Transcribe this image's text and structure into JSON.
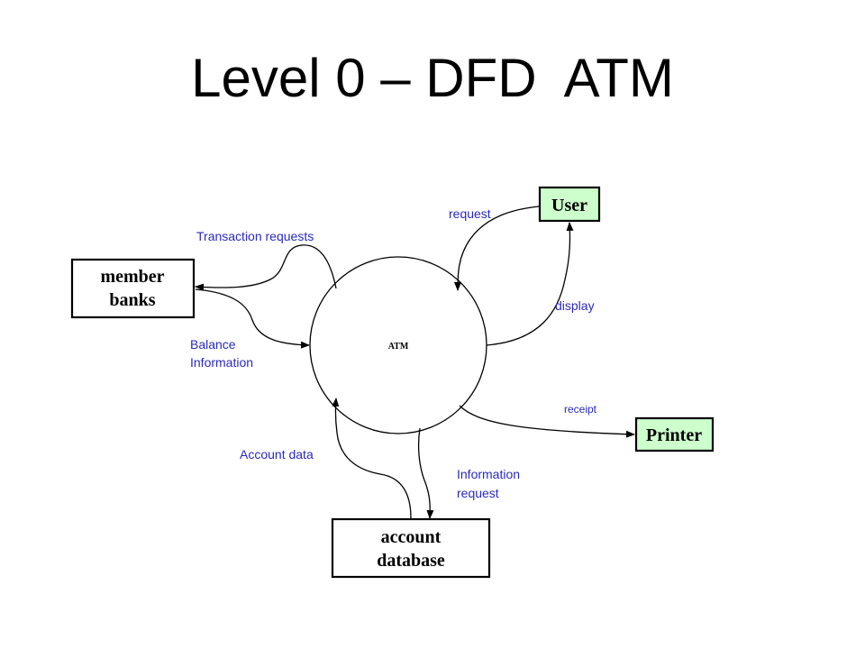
{
  "title": "Level 0 – DFD  ATM",
  "process": {
    "label": "ATM"
  },
  "entities": {
    "member_banks": {
      "line1": "member",
      "line2": "banks",
      "fill": "#ffffff"
    },
    "user": {
      "label": "User",
      "fill": "#ccffcc"
    },
    "printer": {
      "label": "Printer",
      "fill": "#ccffcc"
    },
    "account_database": {
      "line1": "account",
      "line2": "database",
      "fill": "#ffffff"
    }
  },
  "flows": {
    "transaction_requests": "Transaction requests",
    "balance_information_1": "Balance",
    "balance_information_2": "Information",
    "request": "request",
    "display": "display",
    "receipt": "receipt",
    "account_data": "Account data",
    "information_request_1": "Information",
    "information_request_2": "request"
  },
  "colors": {
    "flow_label": "#2a2ab8",
    "entity_green": "#ccffcc"
  }
}
